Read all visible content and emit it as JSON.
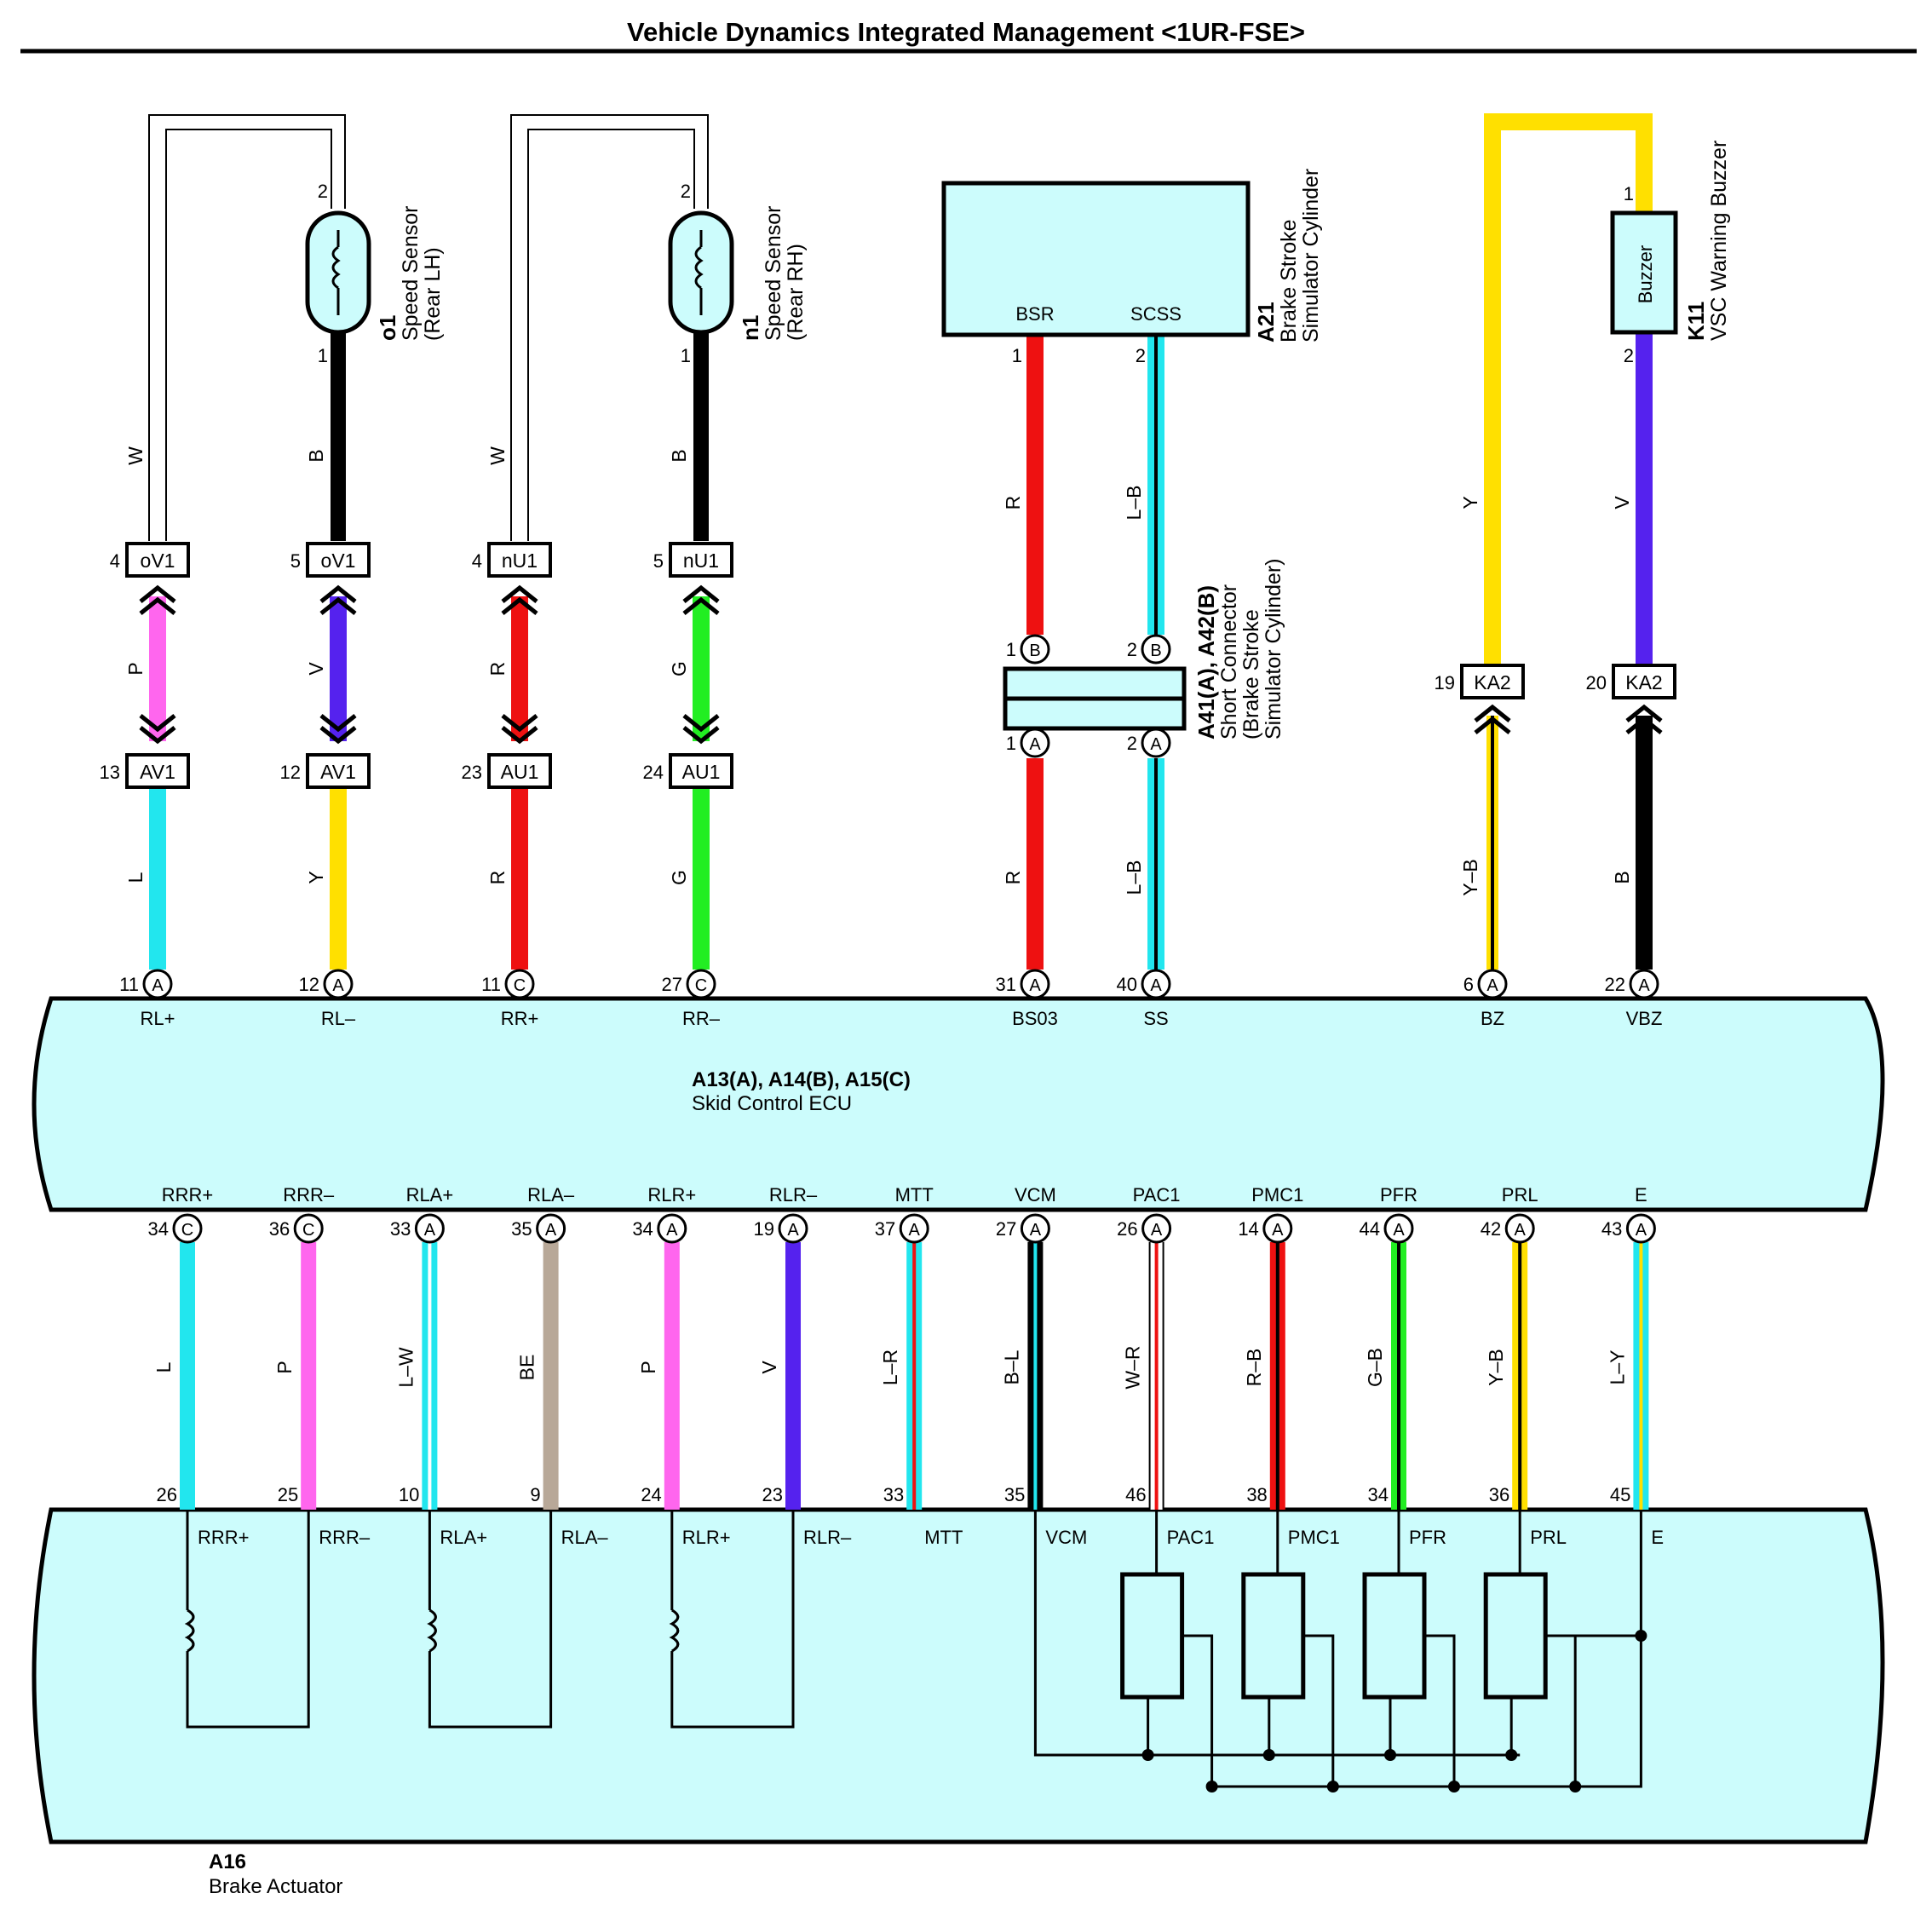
{
  "title": "Vehicle Dynamics Integrated Management <1UR-FSE>",
  "ecu": {
    "name": "A13(A), A14(B), A15(C)",
    "desc": "Skid Control ECU"
  },
  "actuator": {
    "name": "A16",
    "desc": "Brake Actuator"
  },
  "components": {
    "o1": {
      "name": "o1",
      "line1": "Speed Sensor",
      "line2": "(Rear LH)",
      "pin_top": "2",
      "pin_bottom": "1"
    },
    "n1": {
      "name": "n1",
      "line1": "Speed Sensor",
      "line2": "(Rear RH)",
      "pin_top": "2",
      "pin_bottom": "1"
    },
    "a21": {
      "name": "A21",
      "line1": "Brake Stroke",
      "line2": "Simulator Cylinder",
      "term_left": "BSR",
      "term_right": "SCSS",
      "pin_left": "1",
      "pin_right": "2"
    },
    "a41": {
      "name": "A41(A), A42(B)",
      "line1": "Short Connector",
      "line2": "(Brake Stroke",
      "line3": "Simulator Cylinder)",
      "pin_b1": "1",
      "pin_b2": "2",
      "pin_a1": "1",
      "pin_a2": "2",
      "circ_b": "B",
      "circ_a": "A"
    },
    "k11": {
      "name": "K11",
      "line1": "VSC Warning Buzzer",
      "label": "Buzzer",
      "pin_top": "1",
      "pin_bottom": "2"
    }
  },
  "upper_circuits": [
    {
      "upper_wire": "W",
      "upper_color": "#ffffff",
      "conn_top": "oV1",
      "conn_top_pin": "4",
      "mid_wire": "P",
      "mid_color": "#ff66ee",
      "conn_bot": "AV1",
      "conn_bot_pin": "13",
      "low_wire": "L",
      "low_color": "#22e6ee",
      "ecu_pin": "11",
      "ecu_conn": "A",
      "signal": "RL+"
    },
    {
      "upper_wire": "B",
      "upper_color": "#000000",
      "conn_top": "oV1",
      "conn_top_pin": "5",
      "mid_wire": "V",
      "mid_color": "#5522ee",
      "conn_bot": "AV1",
      "conn_bot_pin": "12",
      "low_wire": "Y",
      "low_color": "#ffe000",
      "ecu_pin": "12",
      "ecu_conn": "A",
      "signal": "RL–"
    },
    {
      "upper_wire": "W",
      "upper_color": "#ffffff",
      "conn_top": "nU1",
      "conn_top_pin": "4",
      "mid_wire": "R",
      "mid_color": "#ee1111",
      "conn_bot": "AU1",
      "conn_bot_pin": "23",
      "low_wire": "R",
      "low_color": "#ee1111",
      "ecu_pin": "11",
      "ecu_conn": "C",
      "signal": "RR+"
    },
    {
      "upper_wire": "B",
      "upper_color": "#000000",
      "conn_top": "nU1",
      "conn_top_pin": "5",
      "mid_wire": "G",
      "mid_color": "#22ee22",
      "conn_bot": "AU1",
      "conn_bot_pin": "24",
      "low_wire": "G",
      "low_color": "#22ee22",
      "ecu_pin": "27",
      "ecu_conn": "C",
      "signal": "RR–"
    }
  ],
  "brake_circuits": [
    {
      "upper_wire": "R",
      "low_wire": "R",
      "color": "#ee1111",
      "stripe": "",
      "ecu_pin": "31",
      "ecu_conn": "A",
      "signal": "BS03"
    },
    {
      "upper_wire": "L–B",
      "low_wire": "L–B",
      "color": "#22e6ee",
      "stripe": "#000000",
      "ecu_pin": "40",
      "ecu_conn": "A",
      "signal": "SS"
    }
  ],
  "buzzer_circuits": [
    {
      "upper_wire": "Y",
      "upper_color": "#ffe000",
      "upper_stripe": "",
      "conn": "KA2",
      "conn_pin": "19",
      "low_wire": "Y–B",
      "low_color": "#ffe000",
      "low_stripe": "#000000",
      "ecu_pin": "6",
      "ecu_conn": "A",
      "signal": "BZ"
    },
    {
      "upper_wire": "V",
      "upper_color": "#5522ee",
      "upper_stripe": "",
      "conn": "KA2",
      "conn_pin": "20",
      "low_wire": "B",
      "low_color": "#000000",
      "low_stripe": "",
      "ecu_pin": "22",
      "ecu_conn": "A",
      "signal": "VBZ"
    }
  ],
  "lower_circuits": [
    {
      "ecu_signal": "RRR+",
      "ecu_pin": "34",
      "ecu_conn": "C",
      "wire": "L",
      "color": "#22e6ee",
      "stripe": "",
      "act_pin": "26",
      "act_signal": "RRR+"
    },
    {
      "ecu_signal": "RRR–",
      "ecu_pin": "36",
      "ecu_conn": "C",
      "wire": "P",
      "color": "#ff66ee",
      "stripe": "",
      "act_pin": "25",
      "act_signal": "RRR–"
    },
    {
      "ecu_signal": "RLA+",
      "ecu_pin": "33",
      "ecu_conn": "A",
      "wire": "L–W",
      "color": "#22e6ee",
      "stripe": "#ffffff",
      "act_pin": "10",
      "act_signal": "RLA+"
    },
    {
      "ecu_signal": "RLA–",
      "ecu_pin": "35",
      "ecu_conn": "A",
      "wire": "BE",
      "color": "#b8a898",
      "stripe": "",
      "act_pin": "9",
      "act_signal": "RLA–"
    },
    {
      "ecu_signal": "RLR+",
      "ecu_pin": "34",
      "ecu_conn": "A",
      "wire": "P",
      "color": "#ff66ee",
      "stripe": "",
      "act_pin": "24",
      "act_signal": "RLR+"
    },
    {
      "ecu_signal": "RLR–",
      "ecu_pin": "19",
      "ecu_conn": "A",
      "wire": "V",
      "color": "#5522ee",
      "stripe": "",
      "act_pin": "23",
      "act_signal": "RLR–"
    },
    {
      "ecu_signal": "MTT",
      "ecu_pin": "37",
      "ecu_conn": "A",
      "wire": "L–R",
      "color": "#22e6ee",
      "stripe": "#ee1111",
      "act_pin": "33",
      "act_signal": "MTT"
    },
    {
      "ecu_signal": "VCM",
      "ecu_pin": "27",
      "ecu_conn": "A",
      "wire": "B–L",
      "color": "#000000",
      "stripe": "#22e6ee",
      "act_pin": "35",
      "act_signal": "VCM"
    },
    {
      "ecu_signal": "PAC1",
      "ecu_pin": "26",
      "ecu_conn": "A",
      "wire": "W–R",
      "color": "#ffffff",
      "stripe": "#ee1111",
      "act_pin": "46",
      "act_signal": "PAC1"
    },
    {
      "ecu_signal": "PMC1",
      "ecu_pin": "14",
      "ecu_conn": "A",
      "wire": "R–B",
      "color": "#ee1111",
      "stripe": "#000000",
      "act_pin": "38",
      "act_signal": "PMC1"
    },
    {
      "ecu_signal": "PFR",
      "ecu_pin": "44",
      "ecu_conn": "A",
      "wire": "G–B",
      "color": "#22ee22",
      "stripe": "#000000",
      "act_pin": "34",
      "act_signal": "PFR"
    },
    {
      "ecu_signal": "PRL",
      "ecu_pin": "42",
      "ecu_conn": "A",
      "wire": "Y–B",
      "color": "#ffe000",
      "stripe": "#000000",
      "act_pin": "36",
      "act_signal": "PRL"
    },
    {
      "ecu_signal": "E",
      "ecu_pin": "43",
      "ecu_conn": "A",
      "wire": "L–Y",
      "color": "#22e6ee",
      "stripe": "#ffe000",
      "act_pin": "45",
      "act_signal": "E"
    }
  ],
  "colors": {
    "component_fill": "#ccfcfc",
    "outline": "#000000"
  }
}
